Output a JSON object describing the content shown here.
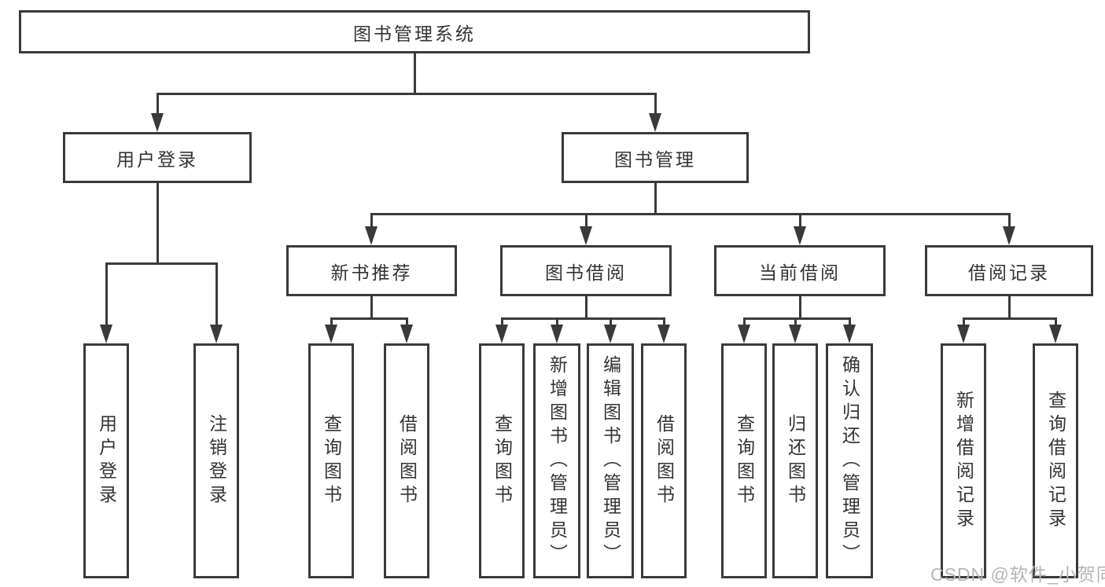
{
  "colors": {
    "line": "#3a3a3a",
    "text": "#333333",
    "bg": "#ffffff",
    "watermark": "#b5b5b5"
  },
  "watermark": {
    "text": "CSDN @软件_小贺同学"
  },
  "diagram": {
    "title": "图书管理系统",
    "children": [
      {
        "label": "用户登录",
        "children": [
          {
            "label": "用户登录"
          },
          {
            "label": "注销登录"
          }
        ]
      },
      {
        "label": "图书管理",
        "children": [
          {
            "label": "新书推荐",
            "children": [
              {
                "label": "查询图书"
              },
              {
                "label": "借阅图书"
              }
            ]
          },
          {
            "label": "图书借阅",
            "children": [
              {
                "label": "查询图书"
              },
              {
                "label": "新增图书（管理员）"
              },
              {
                "label": "编辑图书（管理员）"
              },
              {
                "label": "借阅图书"
              }
            ]
          },
          {
            "label": "当前借阅",
            "children": [
              {
                "label": "查询图书"
              },
              {
                "label": "归还图书"
              },
              {
                "label": "确认归还（管理员）"
              }
            ]
          },
          {
            "label": "借阅记录",
            "children": [
              {
                "label": "新增借阅记录"
              },
              {
                "label": "查询借阅记录"
              }
            ]
          }
        ]
      }
    ]
  }
}
